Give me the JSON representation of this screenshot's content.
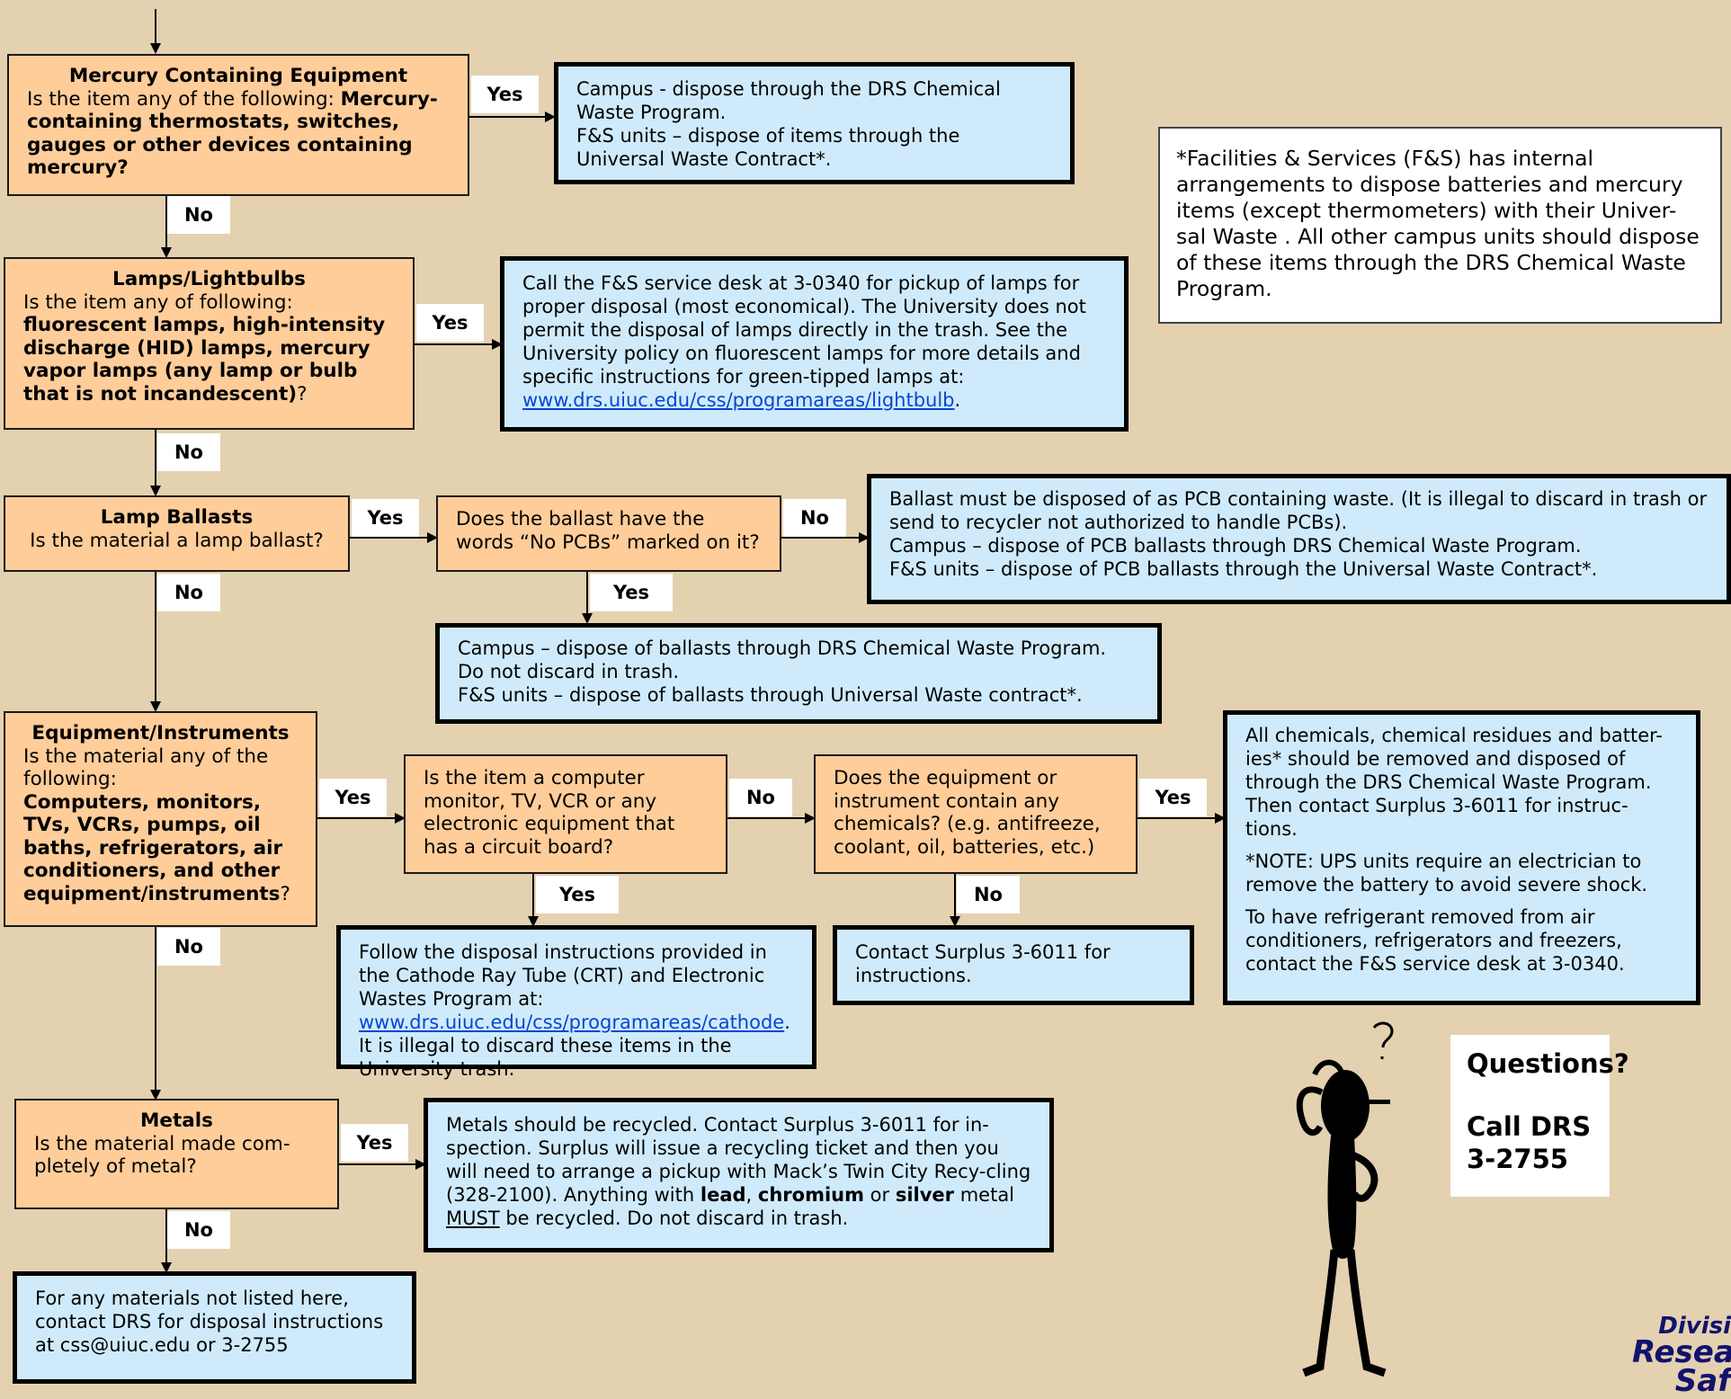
{
  "labels": {
    "yes": "Yes",
    "no": "No"
  },
  "mercury": {
    "title": "Mercury Containing Equipment",
    "q_pre": "Is the item any of the following: ",
    "q_bold": "Mercury-containing thermostats, switches, gauges or other devices containing mercury?",
    "answer_1": "Campus - dispose through the DRS Chemical Waste Program.",
    "answer_2": "F&S units – dispose of items through the Universal Waste Contract*."
  },
  "footnote": "*Facilities & Services (F&S) has internal arrangements to dispose batteries and mercury items (except thermometers) with their Univer-sal Waste .  All other campus units should dispose of these items through the DRS Chemical Waste Program.",
  "lamps": {
    "title": "Lamps/Lightbulbs",
    "q_pre": "Is the item any of following:",
    "q_bold": "fluorescent lamps, high-intensity discharge (HID) lamps, mercury vapor lamps (any lamp or bulb that is not incandescent)",
    "q_post": "?",
    "answer_text": "Call the F&S service desk at 3-0340 for pickup of lamps for proper disposal (most economical). The University does not permit the disposal of lamps directly in the trash.  See the University policy on fluorescent lamps for more details and specific instructions for green-tipped lamps at: ",
    "answer_link": "www.drs.uiuc.edu/css/programareas/lightbulb",
    "answer_end": "."
  },
  "ballasts": {
    "title": "Lamp Ballasts",
    "q": "Is the material a lamp ballast?",
    "pcb_q": "Does the ballast have the words “No PCBs” marked on it?",
    "pcb_answer_1": "Ballast must be disposed of as PCB containing waste. (It is illegal to discard in trash or send to recycler not authorized to handle PCBs).",
    "pcb_answer_2": "Campus – dispose of PCB ballasts through DRS Chemical Waste Program.",
    "pcb_answer_3": "F&S units – dispose of PCB ballasts through the Universal Waste Contract*.",
    "nopcb_answer_1": "Campus – dispose of ballasts through DRS Chemical Waste Program.",
    "nopcb_answer_2": "Do not discard in trash.",
    "nopcb_answer_3": "F&S units – dispose of ballasts through Universal Waste contract*."
  },
  "equipment": {
    "title": "Equipment/Instruments",
    "q_pre": "Is the material any of the following:",
    "q_bold": "Computers, monitors, TVs, VCRs, pumps, oil baths, refrigerators, air conditioners, and other equipment/instruments",
    "q_post": "?",
    "computer_q": "Is the item a computer monitor, TV, VCR or any electronic equipment that has a circuit board?",
    "chem_q": "Does the equipment or instrument contain any chemicals? (e.g. antifreeze, coolant, oil, batteries, etc.)",
    "chem_answer_1": "All chemicals, chemical residues and batter-ies* should be removed and disposed of through the DRS Chemical Waste Program. Then contact Surplus 3-6011 for instruc-tions.",
    "chem_answer_2": "*NOTE: UPS units require an electrician to remove the battery to avoid severe shock.",
    "chem_answer_3": "To have refrigerant removed from air conditioners, refrigerators and freezers, contact the F&S service desk at 3-0340.",
    "nochem_answer": "Contact Surplus 3-6011 for instructions.",
    "crt_answer_pre": "Follow the disposal instructions provided in the Cathode Ray Tube (CRT) and Electronic Wastes Program at: ",
    "crt_link": "www.drs.uiuc.edu/css/programareas/cathode",
    "crt_answer_post": ".  It is illegal to discard these items in the University trash."
  },
  "metals": {
    "title": "Metals",
    "q": "Is the material made com-pletely of metal?",
    "answer_1": "Metals should be recycled.  Contact Surplus 3-6011 for in-spection.  Surplus will issue a recycling ticket and then you will need to arrange a pickup with Mack’s Twin City Recy-cling (328-2100).  Anything with ",
    "lead": "lead",
    "comma": ", ",
    "chromium": "chromium",
    "or": " or ",
    "silver": "silver",
    "answer_2": " metal ",
    "must": "MUST",
    "answer_3": " be recycled.  Do not discard in trash."
  },
  "other": {
    "answer": "For any materials not listed here, contact DRS for disposal instructions at css@uiuc.edu or 3-2755"
  },
  "questions": {
    "line1": "Questions?",
    "line2": "Call DRS 3-2755"
  },
  "logo": {
    "line1": "Divisi",
    "line2": "Resea",
    "line3": "Saf"
  }
}
